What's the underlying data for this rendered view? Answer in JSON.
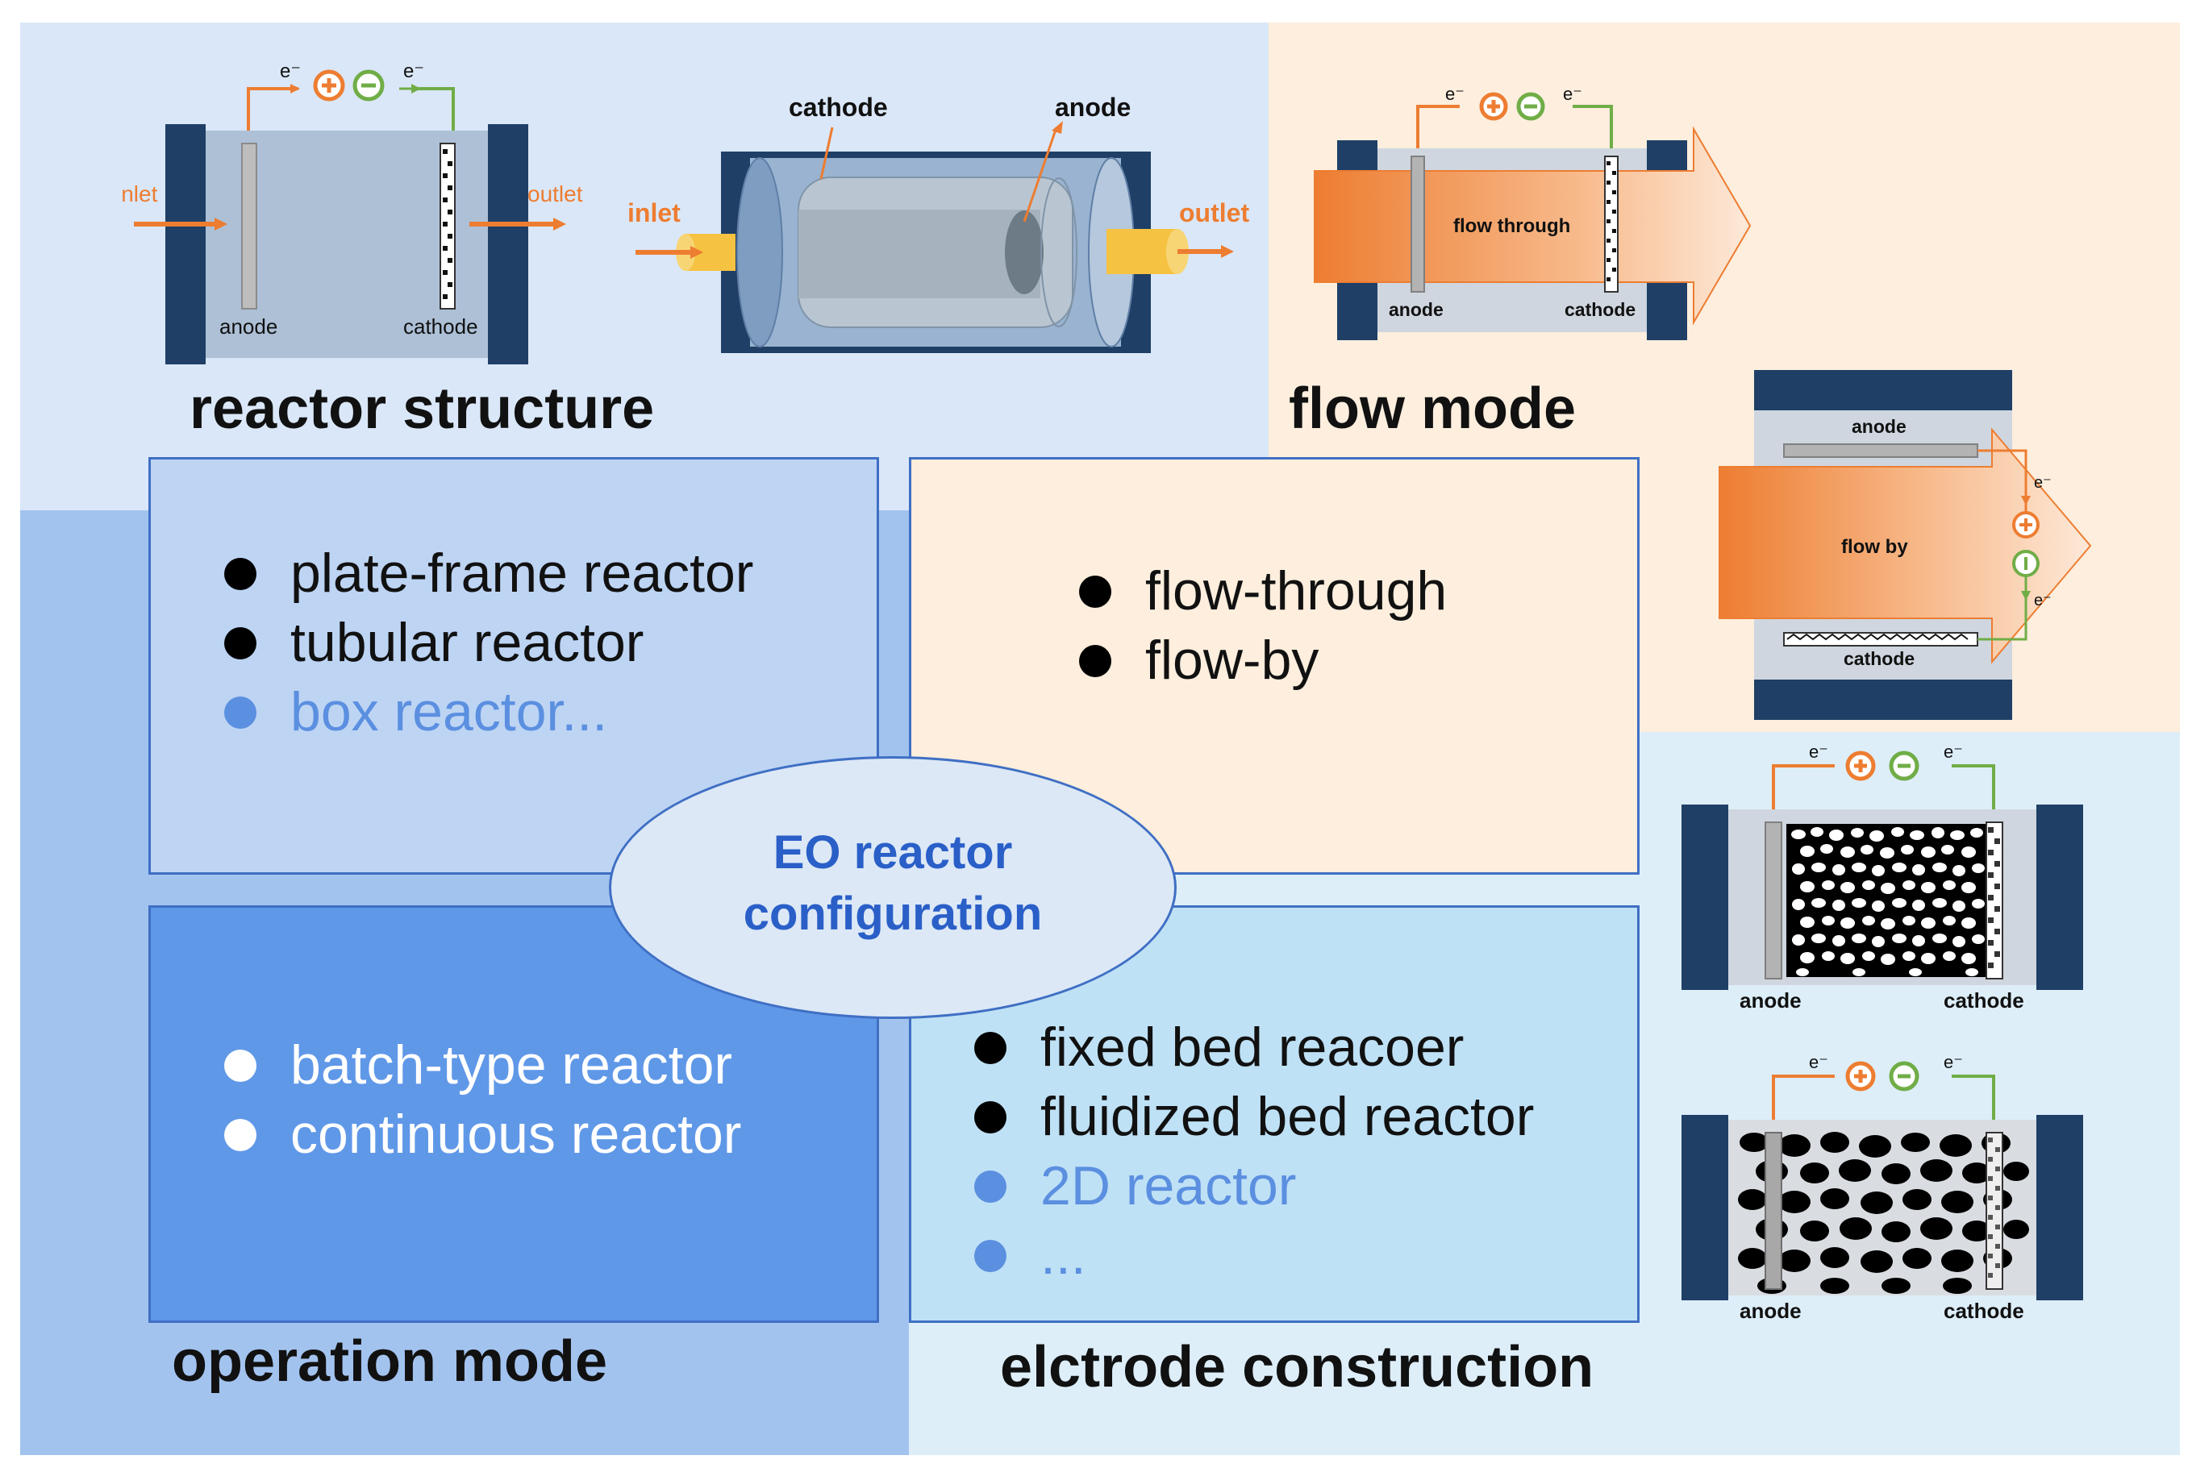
{
  "center": {
    "line1": "EO reactor",
    "line2": "configuration"
  },
  "sections": {
    "reactor_structure": {
      "heading": "reactor structure",
      "items": [
        {
          "text": "plate-frame reactor",
          "state": "dark"
        },
        {
          "text": "tubular reactor",
          "state": "dark"
        },
        {
          "text": "box reactor...",
          "state": "faded"
        }
      ]
    },
    "flow_mode": {
      "heading": "flow mode",
      "items": [
        {
          "text": "flow-through",
          "state": "dark"
        },
        {
          "text": "flow-by",
          "state": "dark"
        }
      ]
    },
    "operation_mode": {
      "heading": "operation mode",
      "items": [
        {
          "text": "batch-type reactor",
          "state": "light"
        },
        {
          "text": "continuous reactor",
          "state": "light"
        }
      ]
    },
    "electrode_construction": {
      "heading": "elctrode construction",
      "items": [
        {
          "text": "fixed bed reacoer",
          "state": "dark"
        },
        {
          "text": "fluidized bed reactor",
          "state": "dark"
        },
        {
          "text": "2D reactor",
          "state": "faded"
        },
        {
          "text": "...",
          "state": "faded"
        }
      ]
    }
  },
  "illustrations": {
    "plate_frame": {
      "inlet": "inlet",
      "outlet": "outlet",
      "anode": "anode",
      "cathode": "cathode",
      "electron": "e⁻"
    },
    "tubular": {
      "inlet": "inlet",
      "outlet": "outlet",
      "anode": "anode",
      "cathode": "cathode"
    },
    "flow_through": {
      "label": "flow through",
      "anode": "anode",
      "cathode": "cathode",
      "electron": "e⁻"
    },
    "flow_by": {
      "label": "flow by",
      "anode": "anode",
      "cathode": "cathode",
      "electron": "e⁻"
    },
    "fixed_bed": {
      "anode": "anode",
      "cathode": "cathode",
      "electron": "e⁻"
    },
    "fluidized_bed": {
      "anode": "anode",
      "cathode": "cathode",
      "electron": "e⁻"
    }
  },
  "colors": {
    "dark_bullet": "#000000",
    "faded_bullet": "#5b8fe0",
    "light_bullet": "#ffffff",
    "center_text": "#2a5fc8",
    "orange_accent": "#ed7d31",
    "green_accent": "#70ad47",
    "end_plate": "#1f3f66"
  }
}
